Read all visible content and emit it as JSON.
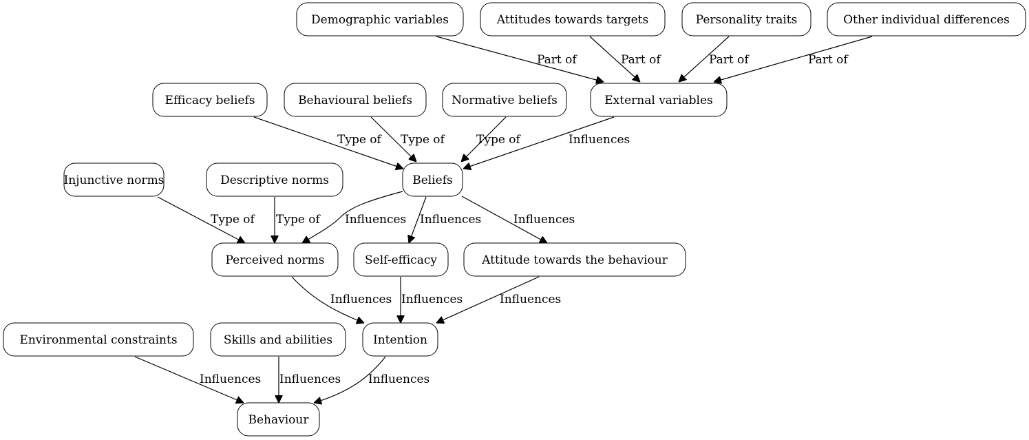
{
  "diagram": {
    "title": "",
    "nodes": [
      {
        "id": "demographic",
        "label": "Demographic variables"
      },
      {
        "id": "attitudes_targets",
        "label": "Attitudes towards targets"
      },
      {
        "id": "personality",
        "label": "Personality traits"
      },
      {
        "id": "other_diff",
        "label": "Other individual differences"
      },
      {
        "id": "efficacy_beliefs",
        "label": "Efficacy beliefs"
      },
      {
        "id": "behavioural_beliefs",
        "label": "Behavioural beliefs"
      },
      {
        "id": "normative_beliefs",
        "label": "Normative beliefs"
      },
      {
        "id": "external",
        "label": "External variables"
      },
      {
        "id": "injunctive",
        "label": "Injunctive norms"
      },
      {
        "id": "descriptive",
        "label": "Descriptive norms"
      },
      {
        "id": "beliefs",
        "label": "Beliefs"
      },
      {
        "id": "perceived_norms",
        "label": "Perceived norms"
      },
      {
        "id": "self_efficacy",
        "label": "Self-efficacy"
      },
      {
        "id": "attitude_behaviour",
        "label": "Attitude towards the behaviour"
      },
      {
        "id": "env_constraints",
        "label": "Environmental constraints"
      },
      {
        "id": "skills",
        "label": "Skills and abilities"
      },
      {
        "id": "intention",
        "label": "Intention"
      },
      {
        "id": "behaviour",
        "label": "Behaviour"
      }
    ],
    "edges": [
      {
        "from": "demographic",
        "to": "external",
        "label": "Part of"
      },
      {
        "from": "attitudes_targets",
        "to": "external",
        "label": "Part of"
      },
      {
        "from": "personality",
        "to": "external",
        "label": "Part of"
      },
      {
        "from": "other_diff",
        "to": "external",
        "label": "Part of"
      },
      {
        "from": "efficacy_beliefs",
        "to": "beliefs",
        "label": "Type of"
      },
      {
        "from": "behavioural_beliefs",
        "to": "beliefs",
        "label": "Type of"
      },
      {
        "from": "normative_beliefs",
        "to": "beliefs",
        "label": "Type of"
      },
      {
        "from": "external",
        "to": "beliefs",
        "label": "Influences"
      },
      {
        "from": "injunctive",
        "to": "perceived_norms",
        "label": "Type of"
      },
      {
        "from": "descriptive",
        "to": "perceived_norms",
        "label": "Type of"
      },
      {
        "from": "beliefs",
        "to": "perceived_norms",
        "label": "Influences"
      },
      {
        "from": "beliefs",
        "to": "self_efficacy",
        "label": "Influences"
      },
      {
        "from": "beliefs",
        "to": "attitude_behaviour",
        "label": "Influences"
      },
      {
        "from": "perceived_norms",
        "to": "intention",
        "label": "Influences"
      },
      {
        "from": "self_efficacy",
        "to": "intention",
        "label": "Influences"
      },
      {
        "from": "attitude_behaviour",
        "to": "intention",
        "label": "Influences"
      },
      {
        "from": "env_constraints",
        "to": "behaviour",
        "label": "Influences"
      },
      {
        "from": "skills",
        "to": "behaviour",
        "label": "Influences"
      },
      {
        "from": "intention",
        "to": "behaviour",
        "label": "Influences"
      }
    ]
  }
}
